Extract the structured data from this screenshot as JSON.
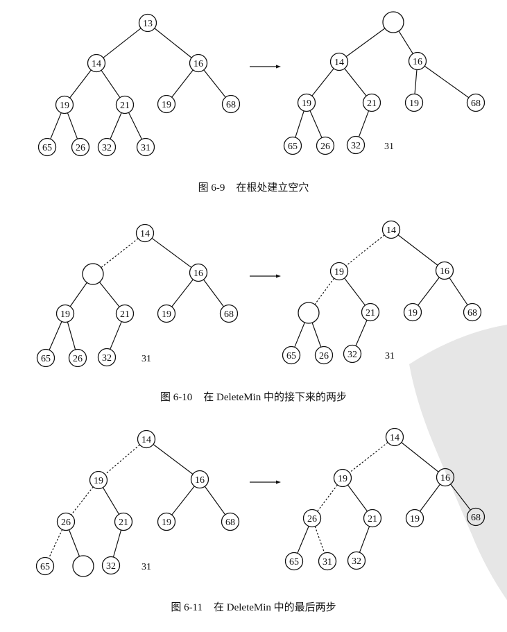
{
  "figures": [
    {
      "number": "图 6-9",
      "title": "在根处建立空穴",
      "before": {
        "nodes": [
          "13",
          "14",
          "16",
          "19",
          "21",
          "19",
          "68",
          "65",
          "26",
          "32",
          "31"
        ],
        "loose": ""
      },
      "after": {
        "nodes": [
          "",
          "14",
          "16",
          "19",
          "21",
          "19",
          "68",
          "65",
          "26",
          "32"
        ],
        "loose": "31"
      }
    },
    {
      "number": "图 6-10",
      "title": "在 DeleteMin 中的接下来的两步",
      "before": {
        "nodes": [
          "14",
          "",
          "16",
          "19",
          "21",
          "19",
          "68",
          "65",
          "26",
          "32"
        ],
        "loose": "31"
      },
      "after": {
        "nodes": [
          "14",
          "19",
          "16",
          "",
          "21",
          "19",
          "68",
          "65",
          "26",
          "32"
        ],
        "loose": "31"
      }
    },
    {
      "number": "图 6-11",
      "title": "在 DeleteMin 中的最后两步",
      "before": {
        "nodes": [
          "14",
          "19",
          "16",
          "26",
          "21",
          "19",
          "68",
          "65",
          "",
          "32"
        ],
        "loose": "31"
      },
      "after": {
        "nodes": [
          "14",
          "19",
          "16",
          "26",
          "21",
          "19",
          "68",
          "65",
          "31",
          "32"
        ],
        "loose": ""
      }
    }
  ],
  "colors": {
    "ink": "#111111",
    "watermark": "#e4e4e4"
  }
}
